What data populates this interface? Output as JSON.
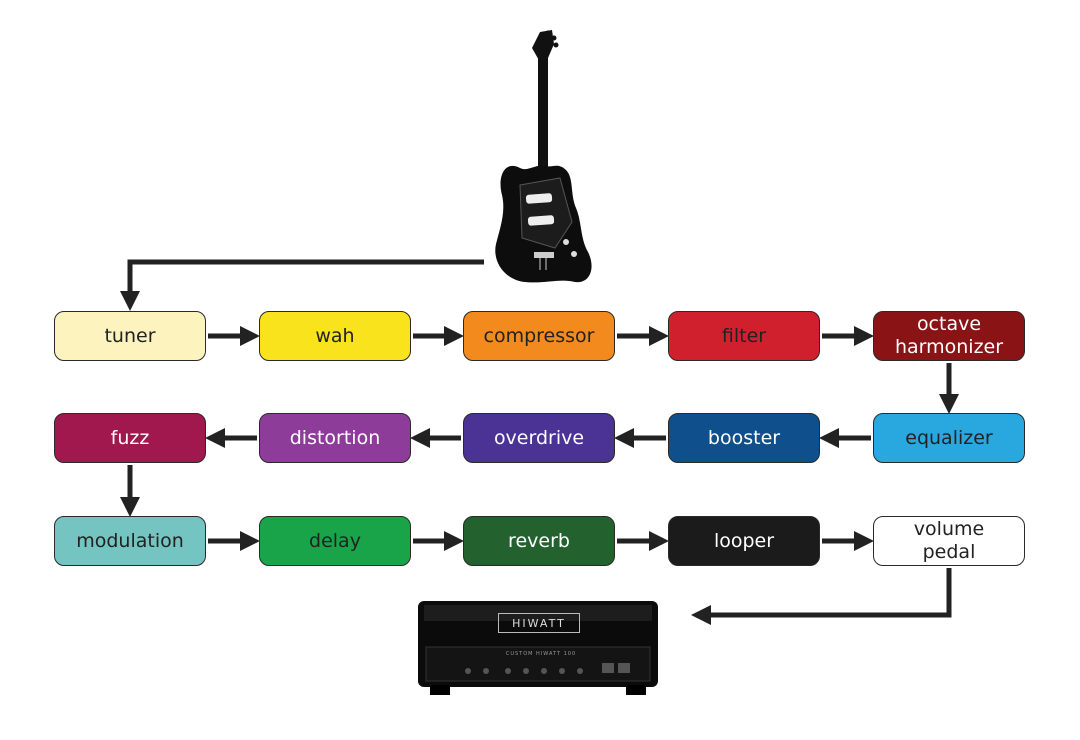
{
  "pedals": [
    {
      "id": "tuner",
      "label": "tuner",
      "color": "#fcf3bf",
      "text_color": "#222222"
    },
    {
      "id": "wah",
      "label": "wah",
      "color": "#f8e31c",
      "text_color": "#222222"
    },
    {
      "id": "compressor",
      "label": "compressor",
      "color": "#f28a1e",
      "text_color": "#222222"
    },
    {
      "id": "filter",
      "label": "filter",
      "color": "#d0202e",
      "text_color": "#222222"
    },
    {
      "id": "octave-harmonizer",
      "label": "octave\nharmonizer",
      "color": "#8a1316",
      "text_color": "#ffffff"
    },
    {
      "id": "equalizer",
      "label": "equalizer",
      "color": "#29a8e0",
      "text_color": "#222222"
    },
    {
      "id": "booster",
      "label": "booster",
      "color": "#0e4f8c",
      "text_color": "#ffffff"
    },
    {
      "id": "overdrive",
      "label": "overdrive",
      "color": "#4b3295",
      "text_color": "#ffffff"
    },
    {
      "id": "distortion",
      "label": "distortion",
      "color": "#8d3d99",
      "text_color": "#ffffff"
    },
    {
      "id": "fuzz",
      "label": "fuzz",
      "color": "#a0184d",
      "text_color": "#ffffff"
    },
    {
      "id": "modulation",
      "label": "modulation",
      "color": "#74c4c1",
      "text_color": "#222222"
    },
    {
      "id": "delay",
      "label": "delay",
      "color": "#19a44a",
      "text_color": "#222222"
    },
    {
      "id": "reverb",
      "label": "reverb",
      "color": "#23622f",
      "text_color": "#ffffff"
    },
    {
      "id": "looper",
      "label": "looper",
      "color": "#1b1b1b",
      "text_color": "#ffffff"
    },
    {
      "id": "volume-pedal",
      "label": "volume\npedal",
      "color": "#ffffff",
      "text_color": "#222222"
    }
  ],
  "amp": {
    "brand": "HIWATT",
    "model": "CUSTOM HIWATT 100"
  },
  "colors": {
    "arrow": "#222222",
    "outline": "#2a2a2a"
  }
}
